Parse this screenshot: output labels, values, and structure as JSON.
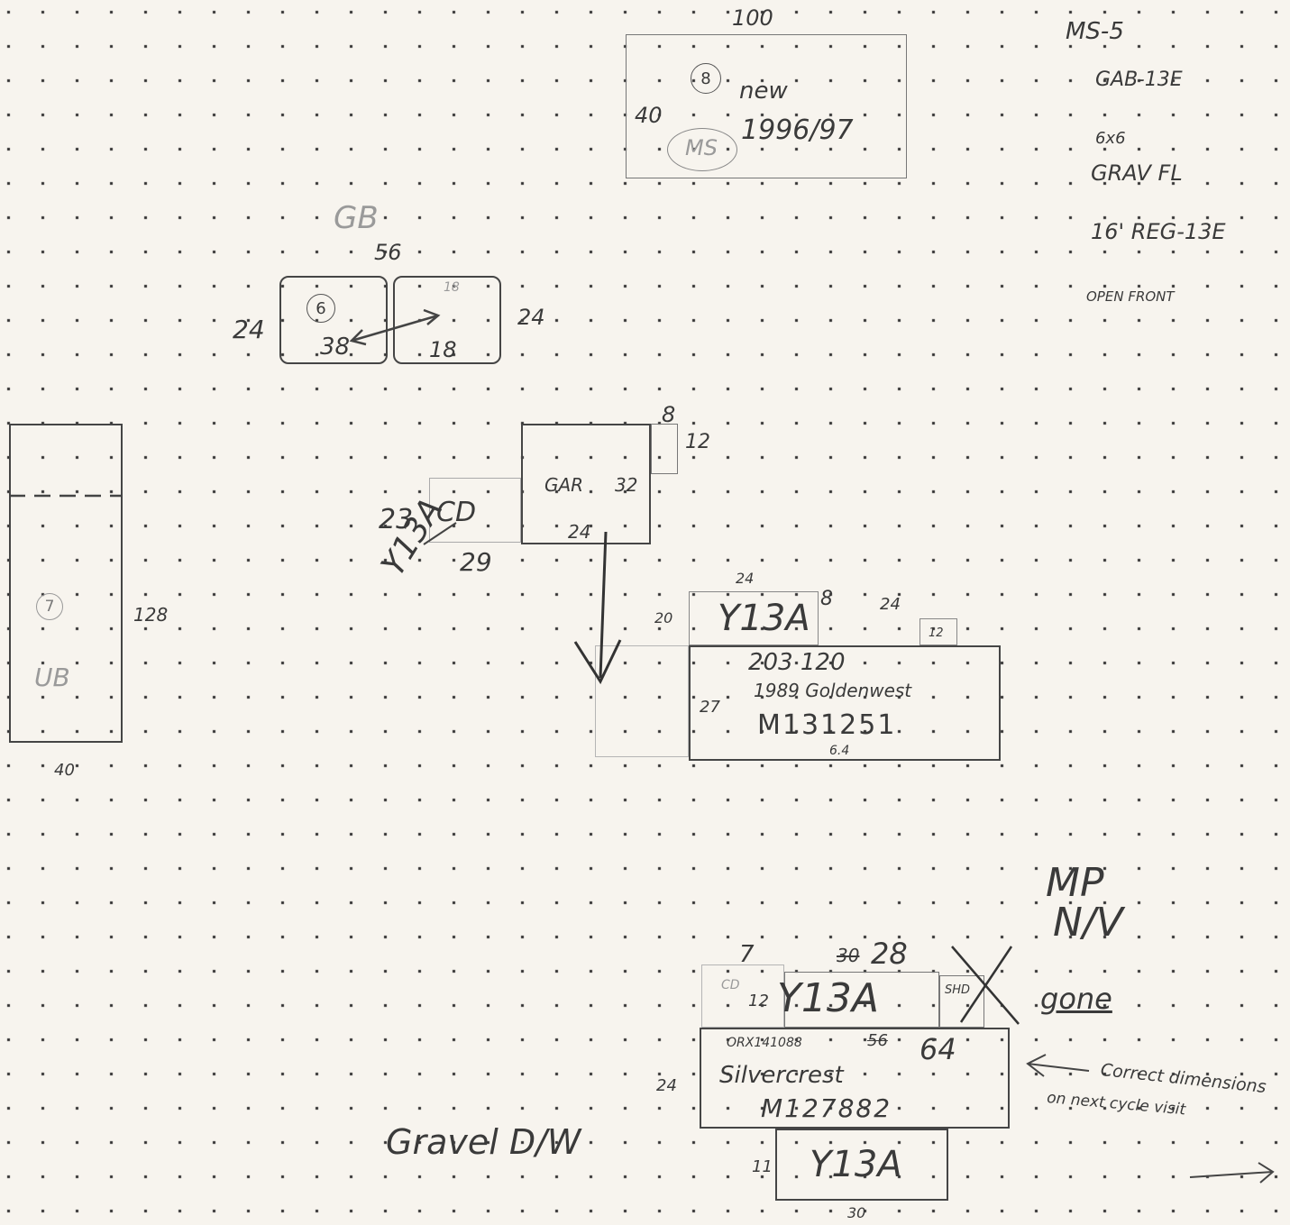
{
  "site_notes": {
    "lines": [
      "MS-5",
      "GAB-13E",
      "6x6",
      "GRAV FL",
      "16' REG-13E",
      "OPEN FRONT"
    ]
  },
  "home_8": {
    "top_dim": "100",
    "side_dim": "40",
    "space_number": "8",
    "status": "new",
    "year": "1996/97",
    "circled_code": "MS"
  },
  "structure_6": {
    "circled_code": "GB",
    "top_dim": "56",
    "space_number": "6",
    "left_dim": "24",
    "right_dim": "24",
    "left_inner": "38",
    "right_inner_top": "18",
    "right_inner_bottom": "18"
  },
  "structure_7": {
    "space_number": "7",
    "code": "UB",
    "side_dim": "128",
    "bottom_dim": "40"
  },
  "garage": {
    "label": "GAR",
    "width_dim": "32",
    "depth_dim": "24",
    "corner_dim_top": "8",
    "corner_dim_side": "12",
    "carport_label": "CD",
    "carport_left_dim": "23",
    "carport_bottom_dim": "29",
    "code": "Y13A"
  },
  "home_goldenwest": {
    "code": "Y13A",
    "dim_top_left": "24",
    "dim_left": "20",
    "dim_8": "8",
    "dim_top_right": "24",
    "dim_12": "12",
    "id": "203 120",
    "make": "1989 Goldenwest",
    "side_dim": "27",
    "serial": "M131251",
    "sub_note": "6.4"
  },
  "home_silvercrest": {
    "top_dim_left": "7",
    "top_dim_struck": "30",
    "top_dim": "28",
    "cd_label": "CD",
    "left_dim_small": "12",
    "code_top": "Y13A",
    "shed_label": "SHD",
    "gone_note": "gone",
    "mp_note": "MP",
    "nv_note": "N/V",
    "id_line": "ORX141088",
    "width_struck": "56",
    "width": "64",
    "make": "Silvercrest",
    "side_dim": "24",
    "serial": "M127882",
    "porch_left_dim": "11",
    "code_bottom": "Y13A",
    "porch_bottom_dim": "30",
    "correct_note_line1": "Correct dimensions",
    "correct_note_line2": "on next cycle visit"
  },
  "footer": {
    "gravel_note": "Gravel D/W"
  }
}
